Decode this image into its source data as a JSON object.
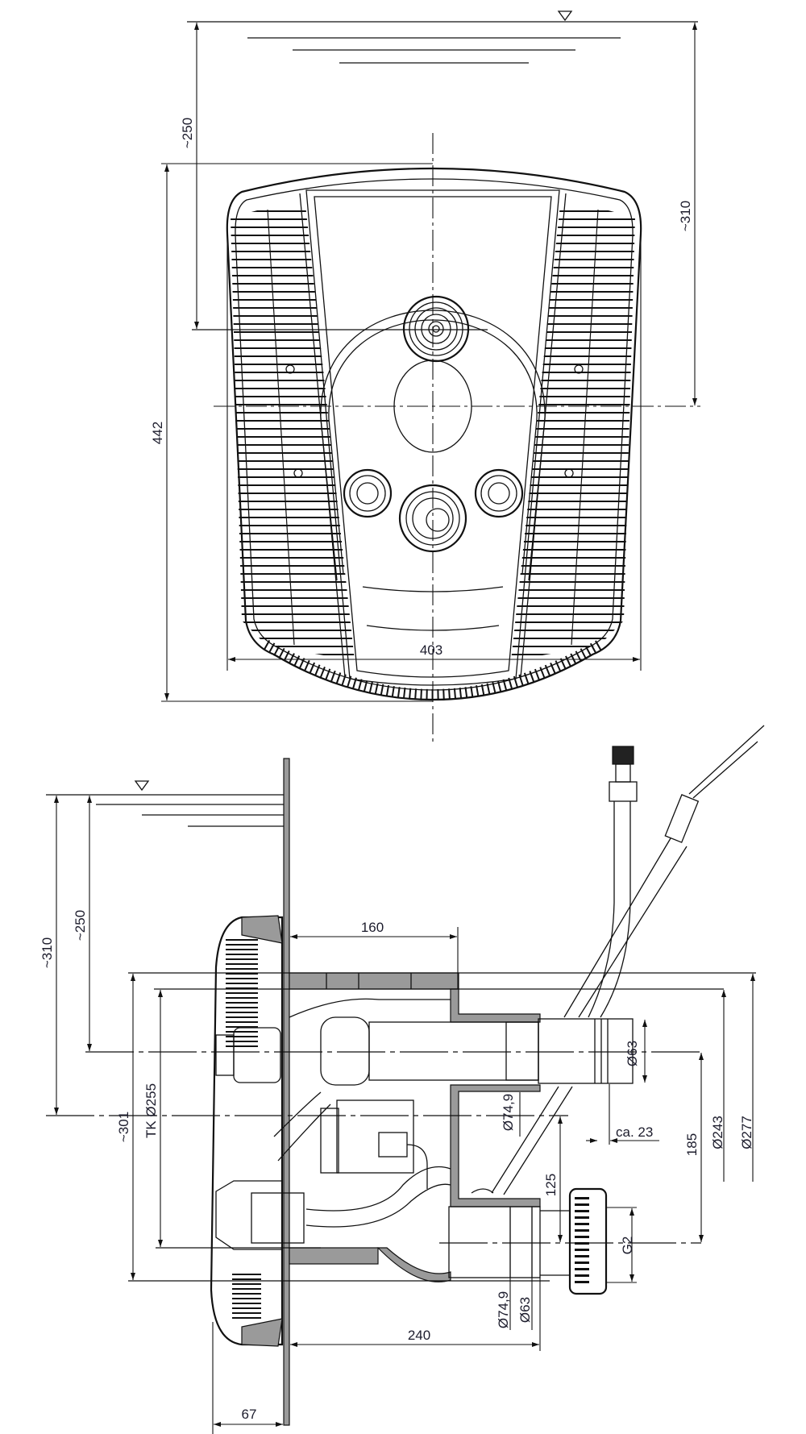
{
  "front_view": {
    "dimensions": {
      "depth_to_nozzle": "~250",
      "depth_to_center": "~310",
      "height": "442",
      "width": "403"
    }
  },
  "side_view": {
    "dimensions": {
      "depth_to_center": "~310",
      "depth_to_nozzle": "~250",
      "depth_160": "160",
      "overall_301": "~301",
      "bolt_circle": "TK Ø255",
      "upper_pipe_od": "Ø63",
      "upper_pipe_id": "Ø74,9",
      "dia_243": "Ø243",
      "dia_277": "Ø277",
      "dist_185": "185",
      "dist_125": "125",
      "ca_23": "ca. 23",
      "thread_g2": "G2",
      "lower_pipe_id": "Ø74,9",
      "lower_pipe_od": "Ø63",
      "length_240": "240",
      "front_67": "67"
    }
  },
  "colors": {
    "line": "#111111",
    "hatch": "#9a9a9a",
    "text": "#1c1c2c"
  }
}
